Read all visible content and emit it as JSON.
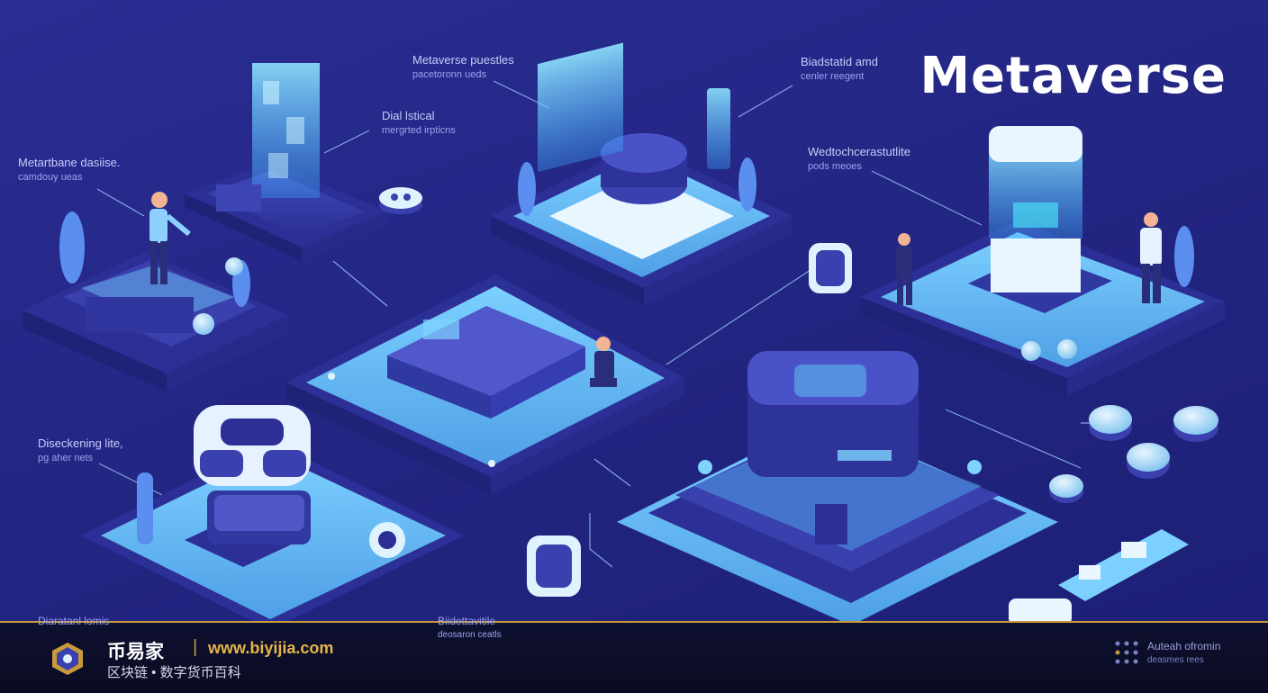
{
  "title": "Metaverse",
  "labels": [
    {
      "line1": "Metaverse puestles",
      "line2": "pacetoronn ueds"
    },
    {
      "line1": "Biadstatid amd",
      "line2": "cenler reegent"
    },
    {
      "line1": "Dial lstical",
      "line2": "mergrted irpticns"
    },
    {
      "line1": "Metartbane dasiise.",
      "line2": "camdouy ueas"
    },
    {
      "line1": "Wedtochcerastutlite",
      "line2": "pods meoes"
    },
    {
      "line1": "Diseckening lite,",
      "line2": "pg aher nets"
    }
  ],
  "footer": {
    "brand_name": "币易家",
    "separator": "|",
    "url": "www.biyijia.com",
    "subtitle": "区块链 • 数字货币百科",
    "left_caption": "Diaratanl lomis",
    "mid_caption_1": "Biidettavitile",
    "mid_caption_2": "deosaron ceatls",
    "right_caption_1": "Auteah ofromin",
    "right_caption_2": "deasmes rees"
  },
  "icons": {
    "coin": "coin-icon",
    "vr": "vr-headset-icon",
    "plant": "plant-icon",
    "person": "person-icon",
    "logo": "hexagon-logo-icon"
  },
  "colors": {
    "background": "#2a2d92",
    "platform_light": "#5fb8f0",
    "platform_dark": "#3a3fb0",
    "accent_gold": "#e6b64a",
    "title": "#ffffff"
  }
}
